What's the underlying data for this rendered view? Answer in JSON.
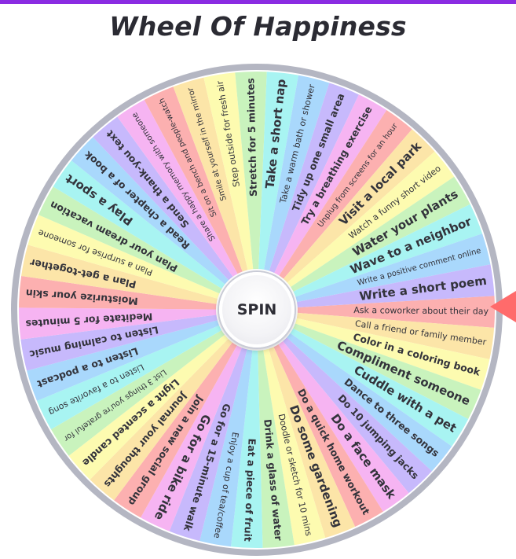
{
  "title": "Wheel Of Happiness",
  "spin_label": "SPIN",
  "colors": {
    "accent": "#8a2be2",
    "rim": "#b4b6c2",
    "pointer": "#ff6b6b",
    "title": "#2b2b33"
  },
  "segment_colors": [
    "#fcb0b0",
    "#fce5a8",
    "#fdfbb0",
    "#c9f3bd",
    "#a8f4f2",
    "#a9d8fc",
    "#c7b9fc",
    "#f6b4f2"
  ],
  "segments": [
    "Ask a coworker about their day",
    "Call a friend or family member",
    "Color in a coloring book",
    "Compliment someone",
    "Cuddle with a pet",
    "Dance to three songs",
    "Do 10 jumping jacks",
    "Do a face mask",
    "Do a quick home workout",
    "Do some gardening",
    "Doodle or sketch for 10 mins",
    "Drink a glass of water",
    "Eat a piece of fruit",
    "Enjoy a cup of tea/coffee",
    "Go for a 15-minute walk",
    "Go for a bike ride",
    "Join a new social group",
    "Journal your thoughts",
    "Light a scented candle",
    "List 3 things you're grateful for",
    "Listen to a favorite song",
    "Listen to a podcast",
    "Listen to calming music",
    "Meditate for 5 minutes",
    "Moisturize your skin",
    "Plan a get-together",
    "Plan a surprise for someone",
    "Plan your dream vacation",
    "Play a sport",
    "Read a chapter of a book",
    "Send a thank-you text",
    "Share a happy memory with someone",
    "Sit on a bench and people-watch",
    "Smile at yourself in the mirror",
    "Step outside for fresh air",
    "Stretch for 5 minutes",
    "Take a short nap",
    "Take a warm bath or shower",
    "Tidy up one small area",
    "Try a breathing exercise",
    "Unplug from screens for an hour",
    "Visit a local park",
    "Watch a funny short video",
    "Water your plants",
    "Wave to a neighbor",
    "Write a positive comment online",
    "Write a short poem"
  ]
}
